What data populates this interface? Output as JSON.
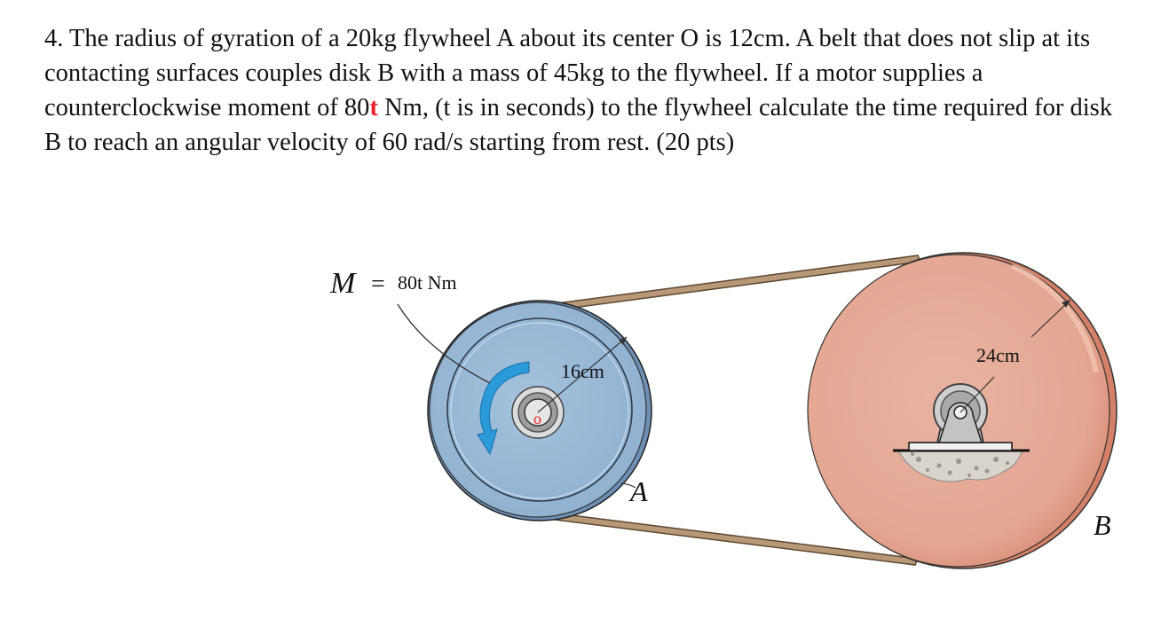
{
  "problem": {
    "text_before": "4. The radius of gyration of a 20kg flywheel A about its center O is 12cm. A belt that does not slip at its contacting surfaces couples disk B with a mass of 45kg to the flywheel.  If a motor supplies a counterclockwise moment of 80",
    "highlight": "t",
    "text_after": " Nm, (t is in seconds) to the flywheel calculate the time required for disk B to reach an angular velocity of 60 rad/s starting from rest. (20 pts)"
  },
  "figure": {
    "moment_symbol": "M",
    "moment_equals": "=",
    "moment_value": "80t Nm",
    "radius_a": "16cm",
    "radius_b": "24cm",
    "center_label": "o",
    "label_a": "A",
    "label_b": "B",
    "colors": {
      "flywheel": "#9bbad6",
      "flywheel_rim": "#6d8fb4",
      "disk": "#e5a996",
      "disk_edge": "#d48068",
      "belt": "#b99877",
      "arrow": "#2a9ad8",
      "center_mark": "#e8212a"
    }
  }
}
